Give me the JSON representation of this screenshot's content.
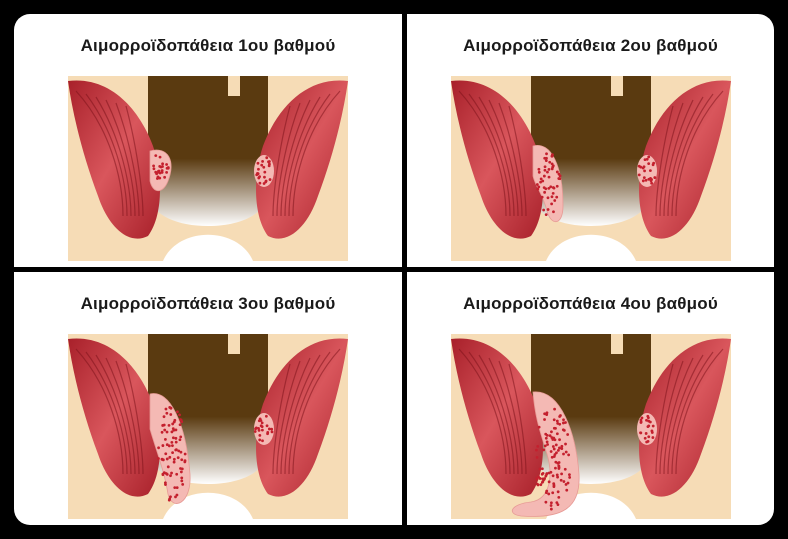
{
  "panels": [
    {
      "title": "Αιμορροϊδοπάθεια 1ου βαθμού",
      "grade": 1
    },
    {
      "title": "Αιμορροϊδοπάθεια 2ου βαθμού",
      "grade": 2
    },
    {
      "title": "Αιμορροϊδοπάθεια 3ου βαθμού",
      "grade": 3
    },
    {
      "title": "Αιμορροϊδοπάθεια 4ου βαθμού",
      "grade": 4
    }
  ],
  "colors": {
    "frame": "#000000",
    "panel_bg": "#ffffff",
    "skin": "#f6dcb6",
    "muscle": "#a8202a",
    "muscle_light": "#d9565c",
    "canal": "#5a3a10",
    "hemorrhoid": "#f4b9b4",
    "hemorrhoid_dots": "#c4202e"
  },
  "icons": [
    "hemorrhoid-illustration"
  ]
}
